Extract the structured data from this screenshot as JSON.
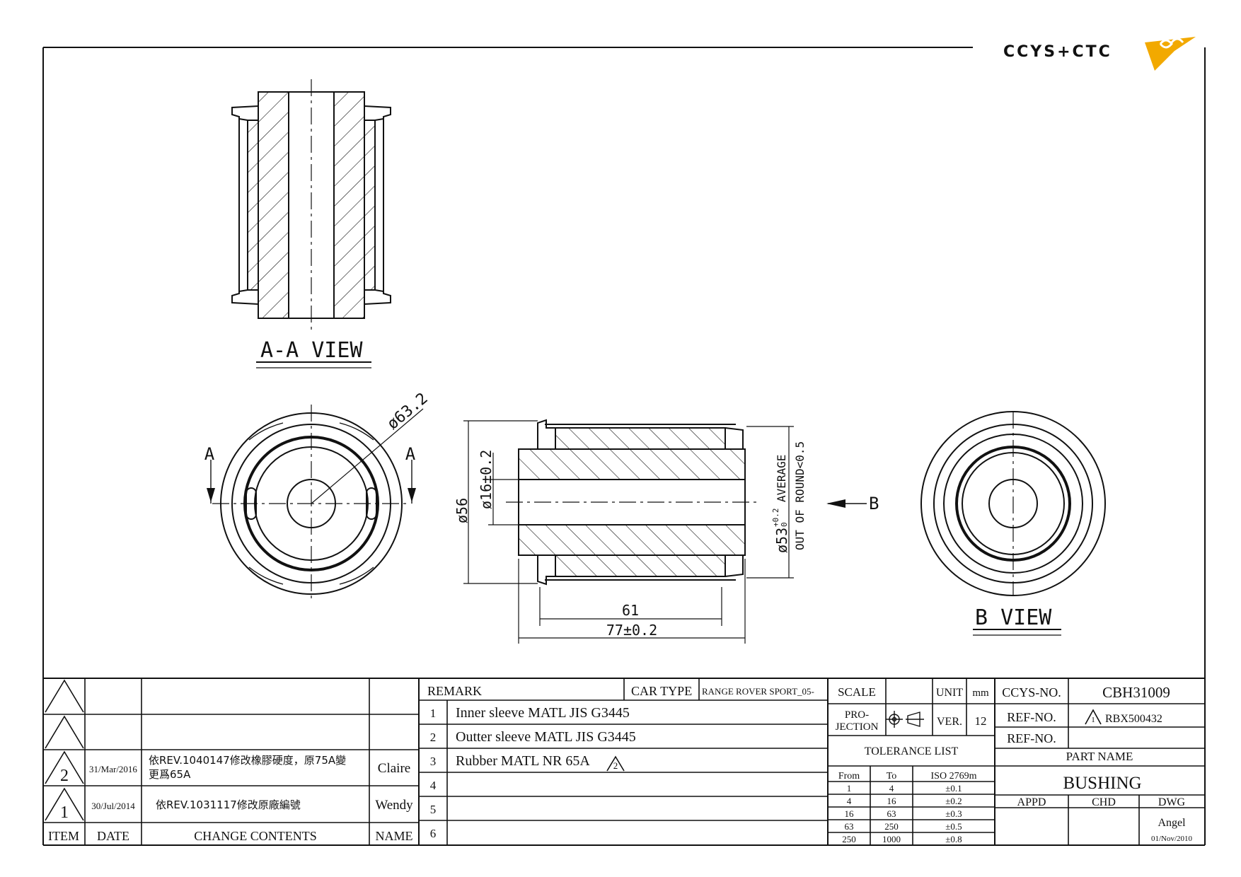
{
  "logo": {
    "text": "CCYS+CTC"
  },
  "views": {
    "aa": {
      "title": "A-A VIEW"
    },
    "b": {
      "title": "B VIEW"
    },
    "front": {
      "dia": "ø63.2",
      "a_left": "A",
      "a_right": "A"
    },
    "side": {
      "dim_56": "ø56",
      "dim_16": "ø16±0.2",
      "dim_53": "ø53",
      "dim_53_tol_upper": "+0.2",
      "dim_53_tol_lower": "0",
      "avg": "AVERAGE",
      "round": "OUT OF ROUND<0.5",
      "dim_61": "61",
      "dim_77": "77±0.2",
      "b_arrow": "B"
    }
  },
  "revisions": {
    "headers": {
      "item": "ITEM",
      "date": "DATE",
      "contents": "CHANGE CONTENTS",
      "name": "NAME"
    },
    "rows": [
      {
        "item": "",
        "date": "",
        "content_1": "",
        "content_2": "",
        "name": ""
      },
      {
        "item": "",
        "date": "",
        "content_1": "",
        "content_2": "",
        "name": ""
      },
      {
        "item": "2",
        "date": "31/Mar/2016",
        "content_1": "依REV.1040147修改橡膠硬度，原75A變",
        "content_2": "更爲65A",
        "name": "Claire"
      },
      {
        "item": "1",
        "date": "30/Jul/2014",
        "content_1": "依REV.1031117修改原廠編號",
        "content_2": "",
        "name": "Wendy"
      }
    ]
  },
  "remarks": {
    "label": "REMARK",
    "car_type_label": "CAR TYPE",
    "car_type": "RANGE ROVER SPORT_05-",
    "items": [
      {
        "no": "1",
        "text": "Inner sleeve MATL JIS G3445"
      },
      {
        "no": "2",
        "text": "Outter sleeve MATL JIS G3445"
      },
      {
        "no": "3",
        "text": "Rubber MATL NR 65A",
        "rev": "2"
      },
      {
        "no": "4",
        "text": ""
      },
      {
        "no": "5",
        "text": ""
      },
      {
        "no": "6",
        "text": ""
      }
    ]
  },
  "specs": {
    "scale_label": "SCALE",
    "scale": "",
    "unit_label": "UNIT",
    "unit": "mm",
    "projection_label_1": "PRO-",
    "projection_label_2": "JECTION",
    "ver_label": "VER.",
    "ver": "12",
    "tolerance": {
      "title": "TOLERANCE LIST",
      "headers": [
        "From",
        "To",
        "ISO 2769m"
      ],
      "rows": [
        [
          "1",
          "4",
          "±0.1"
        ],
        [
          "4",
          "16",
          "±0.2"
        ],
        [
          "16",
          "63",
          "±0.3"
        ],
        [
          "63",
          "250",
          "±0.5"
        ],
        [
          "250",
          "1000",
          "±0.8"
        ]
      ]
    }
  },
  "title_block": {
    "ccys_label": "CCYS-NO.",
    "ccys": "CBH31009",
    "ref1_label": "REF-NO.",
    "ref1_rev": "1",
    "ref1": "RBX500432",
    "ref2_label": "REF-NO.",
    "ref2": "",
    "part_name_label": "PART NAME",
    "part_name": "BUSHING",
    "appd": "APPD",
    "chd": "CHD",
    "dwg": "DWG",
    "drawn_by": "Angel",
    "drawn_date": "01/Nov/2010"
  }
}
